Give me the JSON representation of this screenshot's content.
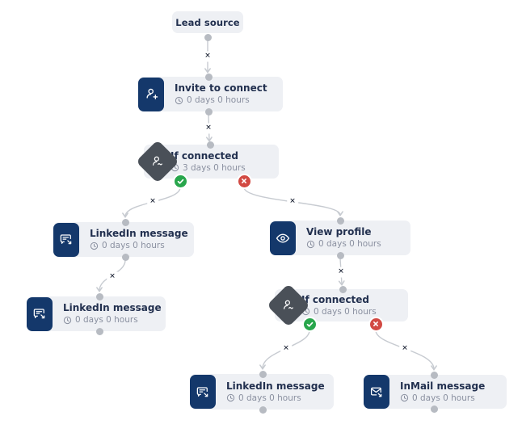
{
  "colors": {
    "canvas_bg": "#ffffff",
    "card_bg": "#eef0f4",
    "action_icon_bg": "#14386b",
    "condition_icon_bg": "#4a5058",
    "yes_handle_green": "#28a64c",
    "no_handle_red": "#d24a43",
    "edge_line": "#c7cbd1",
    "port_dot": "#b7bbc2",
    "title_text": "#22304f",
    "delay_text": "#8a90a0",
    "delete_x": "#10182a"
  },
  "nodes": [
    {
      "id": "lead-source",
      "type": "source",
      "title": "Lead source"
    },
    {
      "id": "invite-to-connect",
      "type": "action",
      "icon": "user-plus-icon",
      "title": "Invite to connect",
      "delay": "0 days 0 hours"
    },
    {
      "id": "if-connected-1",
      "type": "condition",
      "icon": "user-check-icon",
      "title": "If connected",
      "delay": "3 days 0 hours"
    },
    {
      "id": "linkedin-message-1",
      "type": "action",
      "icon": "chat-message-arrow-icon",
      "title": "LinkedIn message",
      "delay": "0 days 0 hours"
    },
    {
      "id": "linkedin-message-2",
      "type": "action",
      "icon": "chat-message-arrow-icon",
      "title": "LinkedIn message",
      "delay": "0 days 0 hours"
    },
    {
      "id": "view-profile",
      "type": "action",
      "icon": "eye-icon",
      "title": "View profile",
      "delay": "0 days 0 hours"
    },
    {
      "id": "if-connected-2",
      "type": "condition",
      "icon": "user-check-icon",
      "title": "If connected",
      "delay": "0 days 0 hours"
    },
    {
      "id": "linkedin-message-3",
      "type": "action",
      "icon": "chat-message-arrow-icon",
      "title": "LinkedIn message",
      "delay": "0 days 0 hours"
    },
    {
      "id": "inmail-message",
      "type": "action",
      "icon": "mail-arrow-icon",
      "title": "InMail message",
      "delay": "0 days 0 hours"
    }
  ],
  "edges": {
    "delete_label": "✕"
  }
}
